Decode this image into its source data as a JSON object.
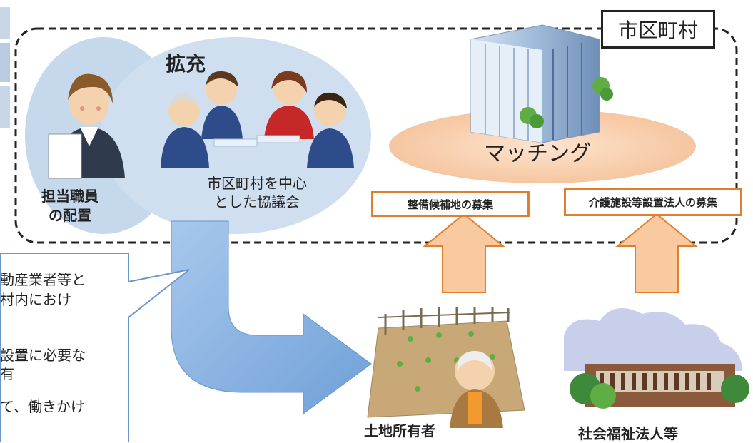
{
  "municipality_label": "市区町村",
  "expansion_label": "拡充",
  "staff_label": [
    "担当職員",
    "の配置"
  ],
  "council_label": [
    "市区町村を中心",
    "とした協議会"
  ],
  "matching_label": "マッチング",
  "box_land_recruit": "整備候補地の募集",
  "box_corp_recruit": "介護施設等設置法人の募集",
  "callout_lines": [
    "動産業者等と",
    "村内におけ",
    "",
    "設置に必要な",
    "有",
    "て、働きかけ"
  ],
  "landowner_label": "土地所有者",
  "welfare_label": "社会福祉法人等",
  "colors": {
    "orange": "#e07f2e",
    "light_orange": "#f9c9a0",
    "blue_arrow": "#8ab4e0",
    "blue_ellipse": "#c5d8ec"
  }
}
